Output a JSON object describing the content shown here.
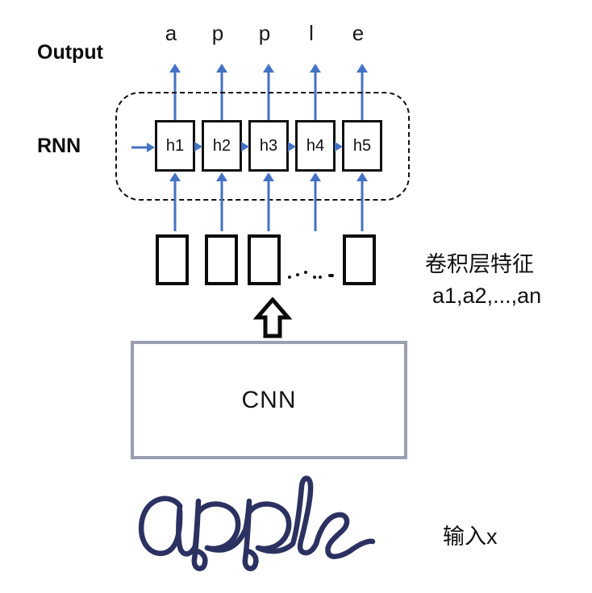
{
  "diagram": {
    "output": {
      "label": "Output",
      "letters": [
        "a",
        "p",
        "p",
        "l",
        "e"
      ]
    },
    "rnn": {
      "label": "RNN",
      "cells": [
        "h1",
        "h2",
        "h3",
        "h4",
        "h5"
      ]
    },
    "features": {
      "caption_line1": "卷积层特征",
      "caption_line2": "a1,a2,...,an"
    },
    "cnn": {
      "label": "CNN"
    },
    "input": {
      "caption": "输入x",
      "handwritten_word": "apple"
    },
    "colors": {
      "arrow_blue": "#4472C4",
      "outline_black": "#111111",
      "cnn_border_gray": "#9A9EAE",
      "handwriting_navy": "#2B3160"
    }
  }
}
